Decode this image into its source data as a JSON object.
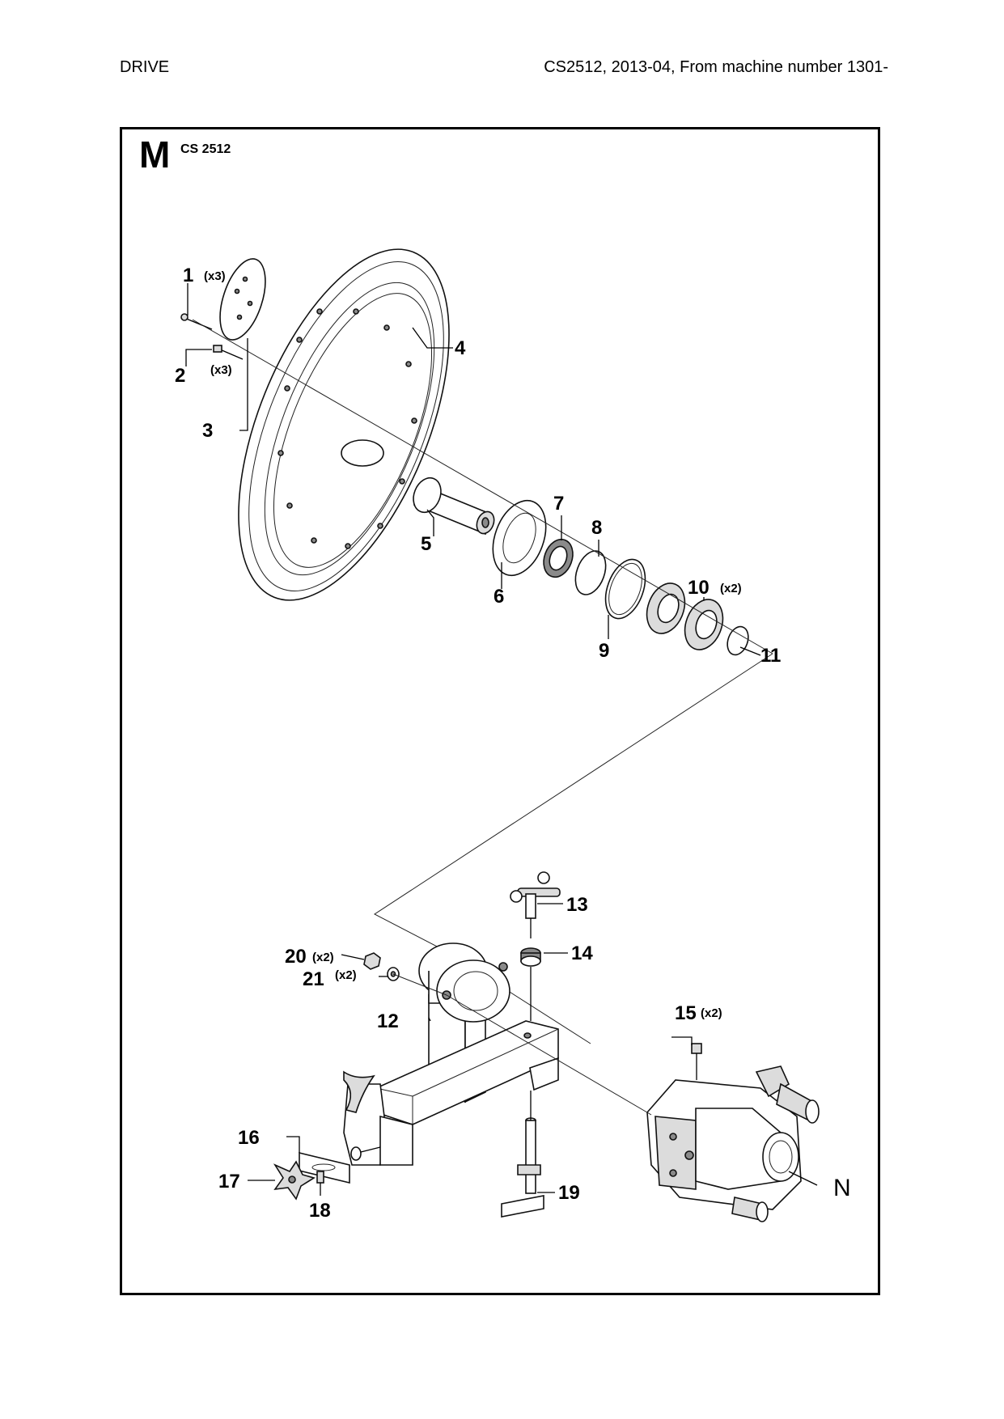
{
  "header": {
    "left": "DRIVE",
    "right": "CS2512, 2013-04, From machine number 1301-"
  },
  "diagram": {
    "section_letter": "M",
    "model": "CS 2512",
    "connector_label": "N",
    "callouts": [
      {
        "id": "c1",
        "number": "1",
        "qty": "(x3)"
      },
      {
        "id": "c2",
        "number": "2",
        "qty": "(x3)"
      },
      {
        "id": "c3",
        "number": "3",
        "qty": ""
      },
      {
        "id": "c4",
        "number": "4",
        "qty": ""
      },
      {
        "id": "c5",
        "number": "5",
        "qty": ""
      },
      {
        "id": "c6",
        "number": "6",
        "qty": ""
      },
      {
        "id": "c7",
        "number": "7",
        "qty": ""
      },
      {
        "id": "c8",
        "number": "8",
        "qty": ""
      },
      {
        "id": "c9",
        "number": "9",
        "qty": ""
      },
      {
        "id": "c10",
        "number": "10",
        "qty": "(x2)"
      },
      {
        "id": "c11",
        "number": "11",
        "qty": ""
      },
      {
        "id": "c12",
        "number": "12",
        "qty": ""
      },
      {
        "id": "c13",
        "number": "13",
        "qty": ""
      },
      {
        "id": "c14",
        "number": "14",
        "qty": ""
      },
      {
        "id": "c15",
        "number": "15",
        "qty": "(x2)"
      },
      {
        "id": "c16",
        "number": "16",
        "qty": ""
      },
      {
        "id": "c17",
        "number": "17",
        "qty": ""
      },
      {
        "id": "c18",
        "number": "18",
        "qty": ""
      },
      {
        "id": "c19",
        "number": "19",
        "qty": ""
      },
      {
        "id": "c20",
        "number": "20",
        "qty": "(x2)"
      },
      {
        "id": "c21",
        "number": "21",
        "qty": "(x2)"
      }
    ]
  }
}
